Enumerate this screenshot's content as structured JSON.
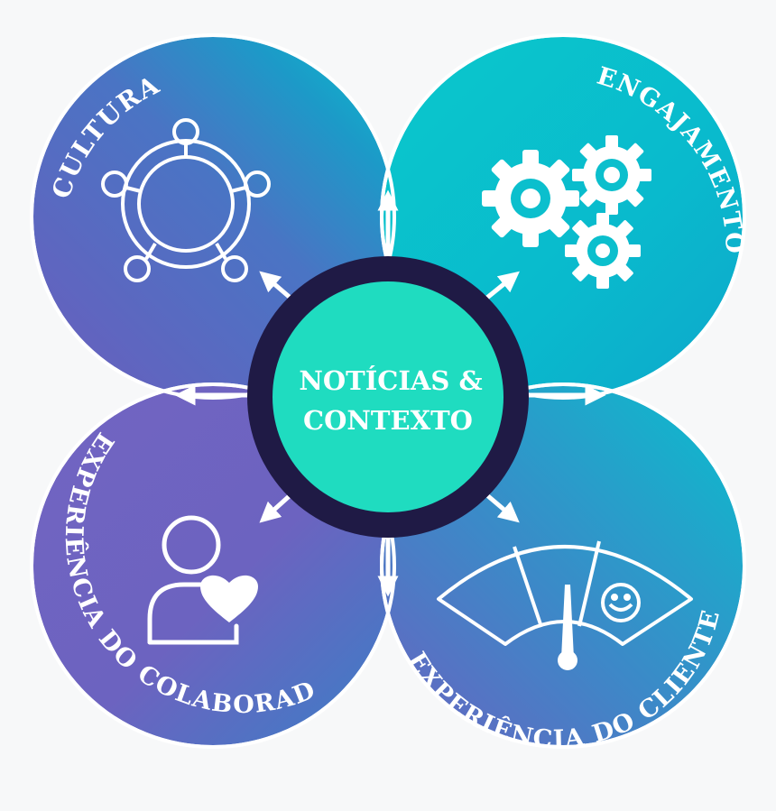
{
  "center": {
    "line1": "NOTÍCIAS &",
    "line2": "CONTEXTO"
  },
  "quadrants": {
    "top_left": {
      "label": "CULTURA",
      "icon": "team-circle-icon"
    },
    "top_right": {
      "label": "ENGAJAMENTO",
      "icon": "gears-icon"
    },
    "bottom_left": {
      "label": "EXPERIÊNCIA DO COLABORADOR",
      "icon": "person-heart-icon"
    },
    "bottom_right": {
      "label": "EXPERIÊNCIA DO CLIENTE",
      "icon": "satisfaction-gauge-icon"
    }
  },
  "colors": {
    "background": "#f7f8f9",
    "purple": "#6e62c0",
    "teal": "#07c4ce",
    "blue": "#1499c8",
    "center_fill": "#1fdcc0",
    "center_ring": "#1f1a45",
    "stroke": "#ffffff"
  }
}
